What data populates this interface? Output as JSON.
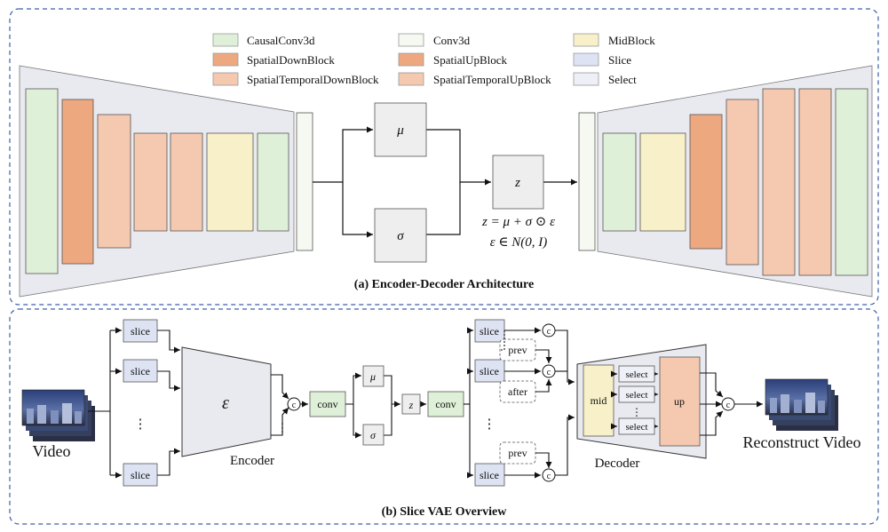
{
  "colors": {
    "causal_conv3d": "#dff0d8",
    "conv3d": "#f6f9f1",
    "mid_block": "#f8f0c8",
    "spatial_down": "#eda880",
    "spatial_up": "#eda880",
    "spatial_temporal": "#f5c9b0",
    "slice": "#dde3f3",
    "select": "#eef0f7",
    "gray_box": "#eeeeee",
    "trapezoid": "#e9eaef",
    "dashed_border": "#3d5fa6"
  },
  "legend": {
    "causal_conv3d": "CausalConv3d",
    "spatial_down_block": "SpatialDownBlock",
    "spatial_temporal_down_block": "SpatialTemporalDownBlock",
    "conv3d": "Conv3d",
    "spatial_up_block": "SpatialUpBlock",
    "spatial_temporal_up_block": "SpatialTemporalUpBlock",
    "mid_block": "MidBlock",
    "slice": "Slice",
    "select": "Select"
  },
  "part_a": {
    "mu": "μ",
    "sigma": "σ",
    "z": "z",
    "equation1": "z = μ + σ ⊙ ε",
    "equation2": "ε ∈ N(0, I)",
    "caption": "(a) Encoder-Decoder Architecture"
  },
  "part_b": {
    "video": "Video",
    "slice": "slice",
    "dots": "⋮",
    "encoder_symbol": "ε",
    "encoder": "Encoder",
    "concat": "c",
    "conv": "conv",
    "mu": "μ",
    "sigma": "σ",
    "z": "z",
    "prev": "prev",
    "after": "after",
    "mid": "mid",
    "select": "select",
    "up": "up",
    "decoder": "Decoder",
    "reconstruct": "Reconstruct Video",
    "caption": "(b) Slice VAE Overview"
  }
}
